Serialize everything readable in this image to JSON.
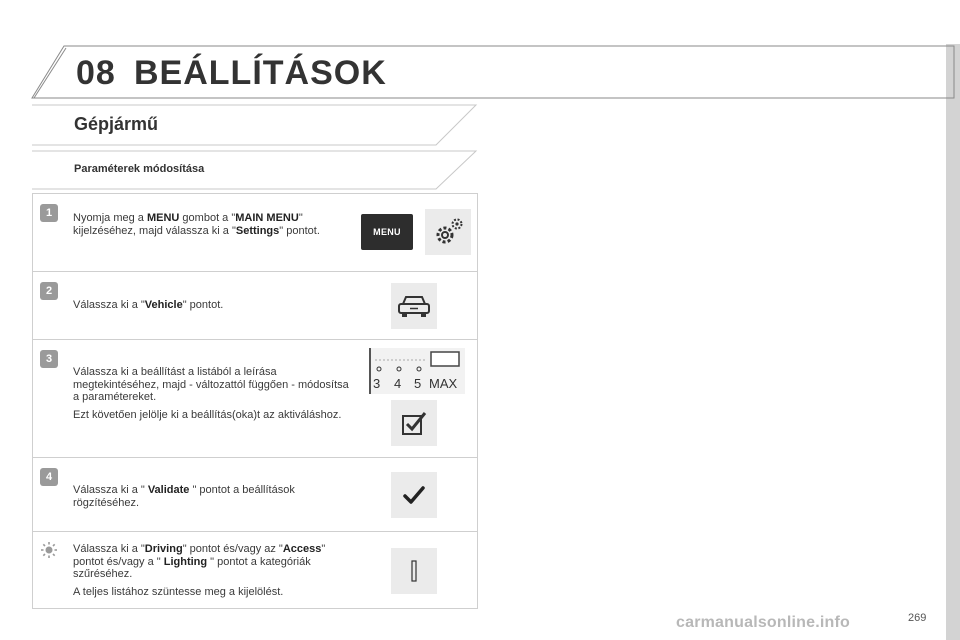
{
  "chapter": {
    "number": "08",
    "title": "BEÁLLÍTÁSOK"
  },
  "section": {
    "title": "Gépjármű"
  },
  "subsection": {
    "title": "Paraméterek módosítása"
  },
  "steps": [
    {
      "badge": "1",
      "t1": "Nyomja meg a ",
      "b1": "MENU",
      "t2": " gombot a \"",
      "b2": "MAIN MENU",
      "t3": "\" kijelzéséhez, majd válassza ki a \"",
      "b3": "Settings",
      "t4": "\" pontot.",
      "menu_button_label": "MENU",
      "icons": [
        "menu-button",
        "settings-gears-icon"
      ]
    },
    {
      "badge": "2",
      "t1": "Válassza ki a \"",
      "b1": "Vehicle",
      "t2": "\" pontot.",
      "icons": [
        "car-icon"
      ]
    },
    {
      "badge": "3",
      "p1": "Válassza ki a beállítást a listából a leírása megtekintéséhez, majd - változattól függően - módosítsa a paramétereket.",
      "p2": "Ezt követően jelölje ki a beállítás(oka)t az aktiváláshoz.",
      "scale_labels": [
        "3",
        "4",
        "5",
        "MAX"
      ],
      "icons": [
        "scale-panel",
        "checkbox-pencil-icon"
      ]
    },
    {
      "badge": "4",
      "t1": "Válassza ki a \" ",
      "b1": "Validate",
      "t2": " \" pontot a beállítások rögzítéséhez.",
      "icons": [
        "checkmark-icon"
      ]
    },
    {
      "badge_icon": "sun-tip-icon",
      "t1": "Válassza ki a \"",
      "b1": "Driving",
      "t2": "\" pontot és/vagy az \"",
      "b2": "Access",
      "t3": "\" pontot és/vagy a \" ",
      "b3": "Lighting",
      "t4": " \" pontot a kategóriák szűréséhez.",
      "p2": "A teljes listához szüntesse meg a kijelölést.",
      "icons": [
        "funnel-filter-icon"
      ]
    }
  ],
  "page_number": "269",
  "watermark": "carmanualsonline.info",
  "colors": {
    "text": "#3a3a3a",
    "tile": "#ebebeb",
    "badge": "#9a9a9a",
    "border": "#cfcfcf",
    "margin_bar": "#d3d3d3"
  }
}
